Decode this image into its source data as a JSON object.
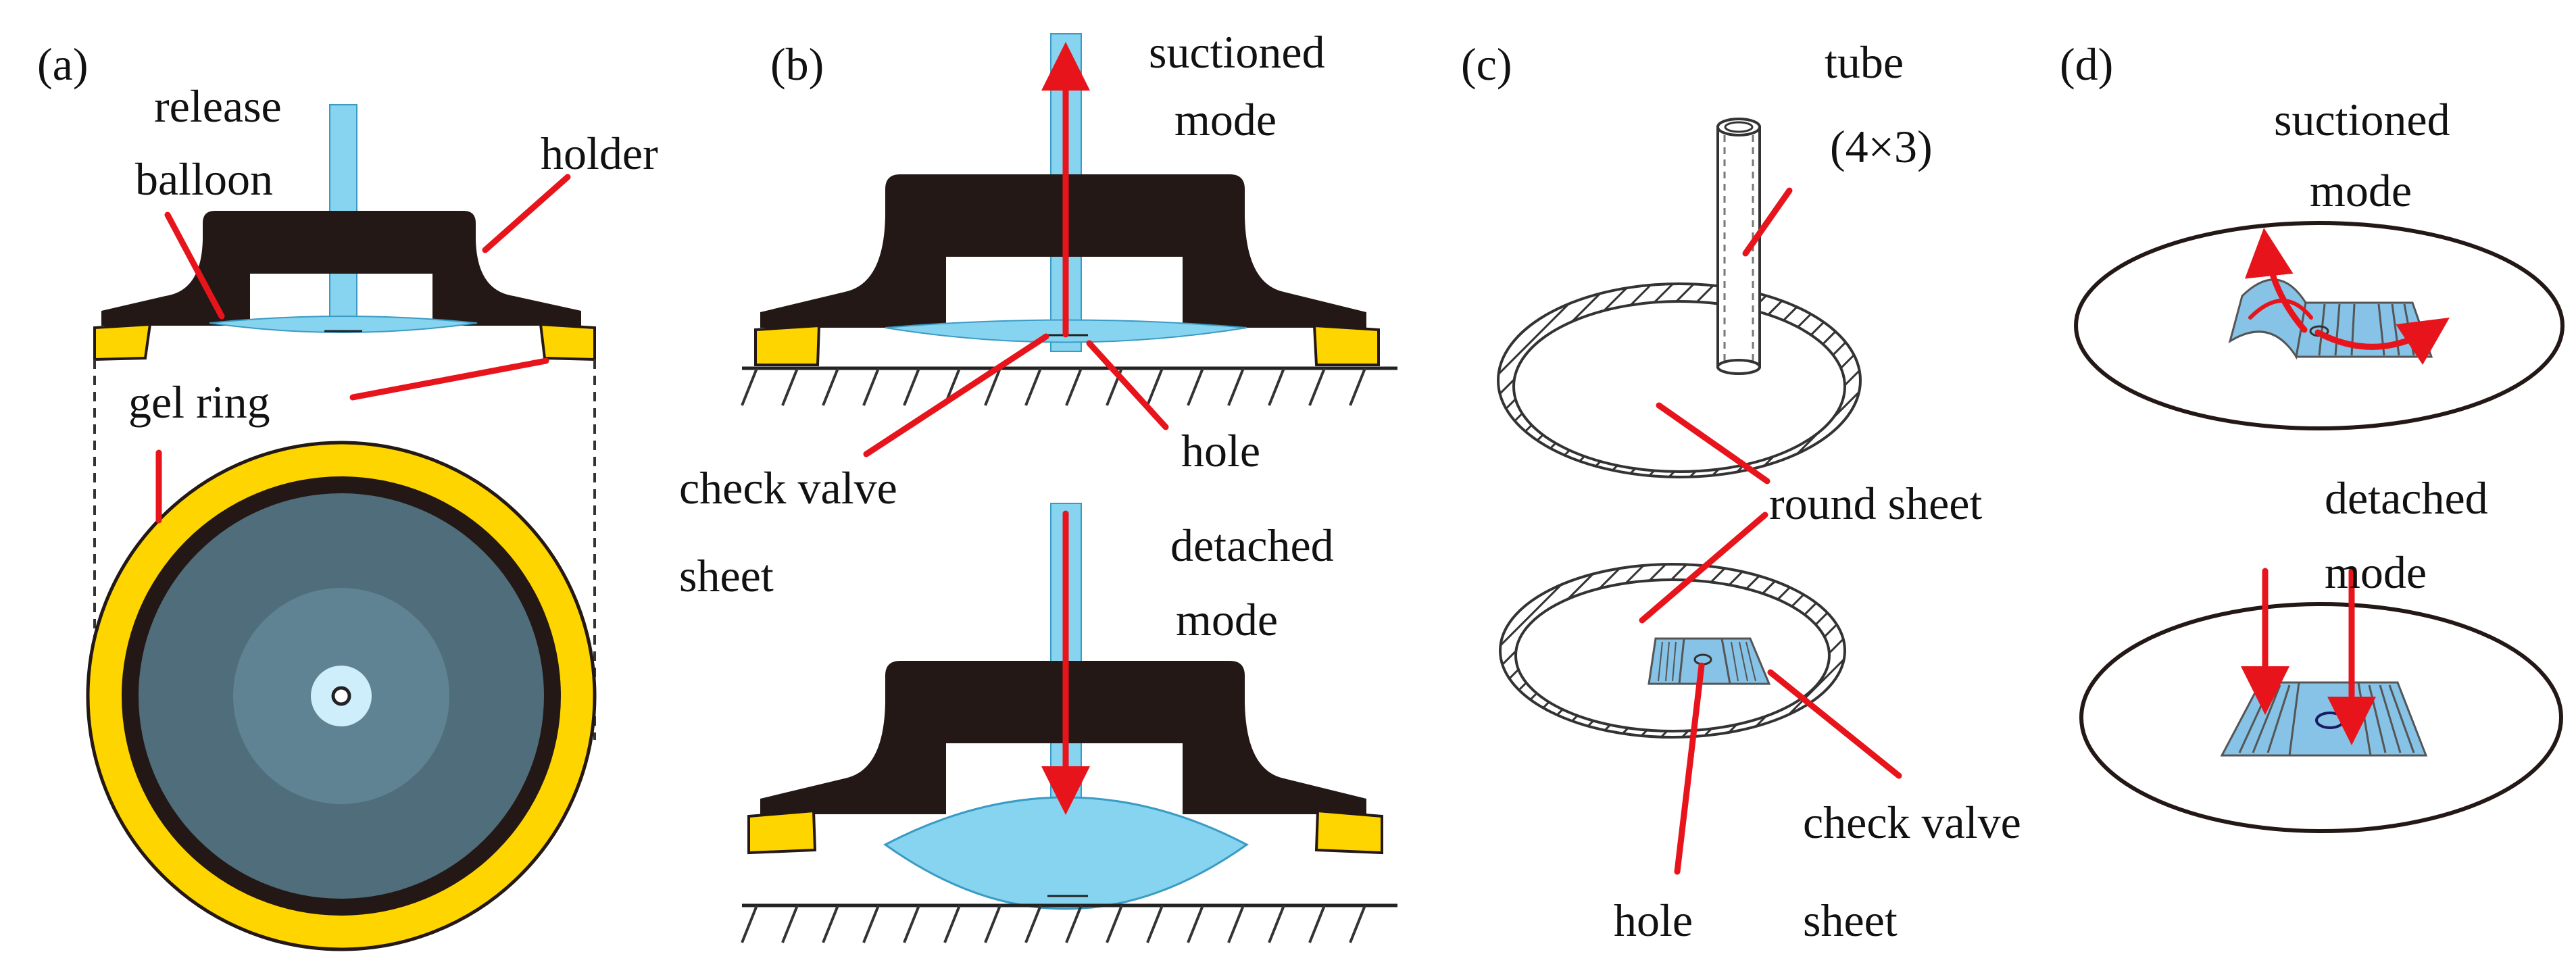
{
  "figure": {
    "colors": {
      "holder": "#231815",
      "balloon": "#86d4f0",
      "gel": "#ffd500",
      "arrow": "#e8141c",
      "disk_outer": "#4f6d7a",
      "disk_inner": "#5f8392",
      "sheet": "#86c3e6"
    },
    "panels": [
      {
        "id": "a",
        "label": "(a)",
        "labels": {
          "release_balloon_1": "release",
          "release_balloon_2": "balloon",
          "holder": "holder",
          "gel_ring": "gel ring"
        }
      },
      {
        "id": "b",
        "label": "(b)",
        "labels": {
          "suctioned_1": "suctioned",
          "suctioned_2": "mode",
          "check_valve_1": "check valve",
          "check_valve_2": "sheet",
          "hole": "hole",
          "detached_1": "detached",
          "detached_2": "mode"
        }
      },
      {
        "id": "c",
        "label": "(c)",
        "labels": {
          "tube_1": "tube",
          "tube_2": "(4×3)",
          "round_sheet": "round sheet",
          "check_valve_1": "check valve",
          "check_valve_2": "sheet",
          "hole": "hole"
        }
      },
      {
        "id": "d",
        "label": "(d)",
        "labels": {
          "suctioned_1": "suctioned",
          "suctioned_2": "mode",
          "detached_1": "detached",
          "detached_2": "mode"
        }
      }
    ]
  }
}
